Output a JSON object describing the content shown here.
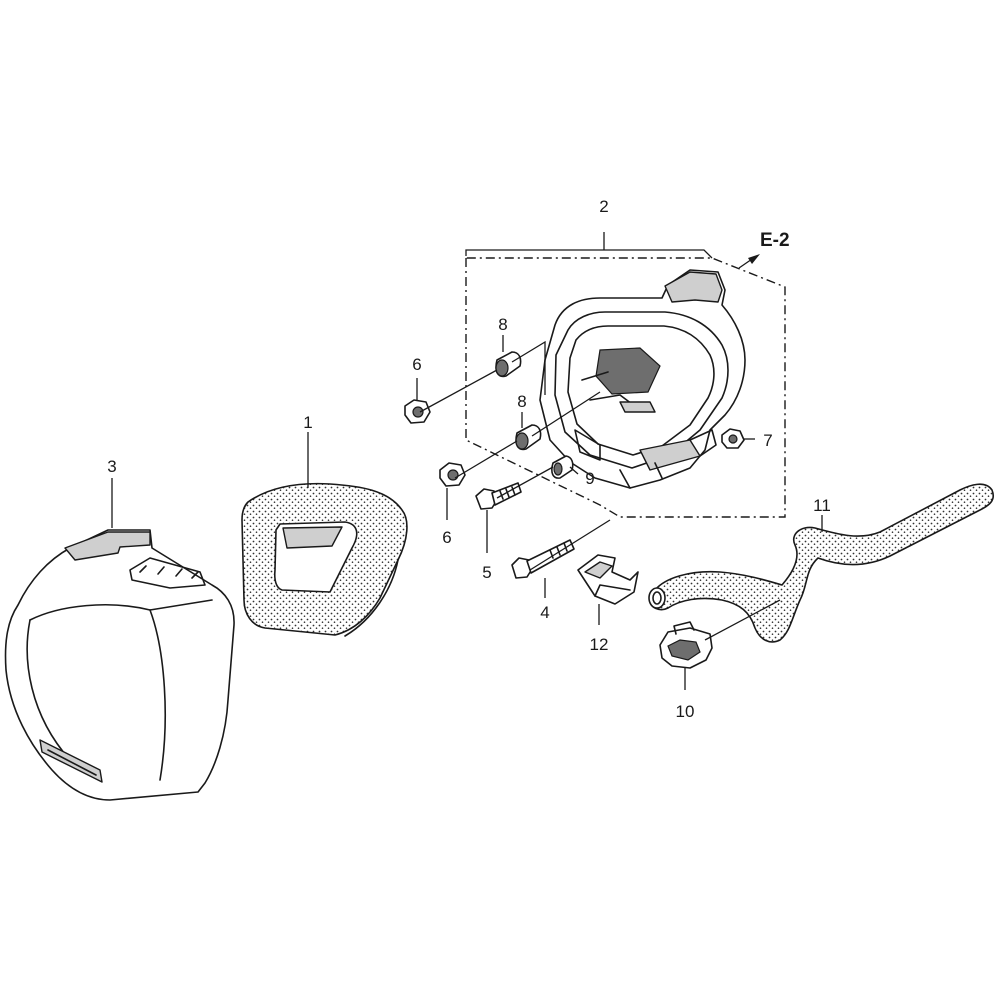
{
  "diagram": {
    "parts": [
      {
        "id": "1",
        "callout": "1"
      },
      {
        "id": "2",
        "callout": "2"
      },
      {
        "id": "3",
        "callout": "3"
      },
      {
        "id": "4",
        "callout": "4"
      },
      {
        "id": "5",
        "callout": "5"
      },
      {
        "id": "6a",
        "callout": "6"
      },
      {
        "id": "6b",
        "callout": "6"
      },
      {
        "id": "7",
        "callout": "7"
      },
      {
        "id": "8a",
        "callout": "8"
      },
      {
        "id": "8b",
        "callout": "8"
      },
      {
        "id": "9",
        "callout": "9"
      },
      {
        "id": "10",
        "callout": "10"
      },
      {
        "id": "11",
        "callout": "11"
      },
      {
        "id": "12",
        "callout": "12"
      }
    ],
    "reference": "E-2"
  }
}
